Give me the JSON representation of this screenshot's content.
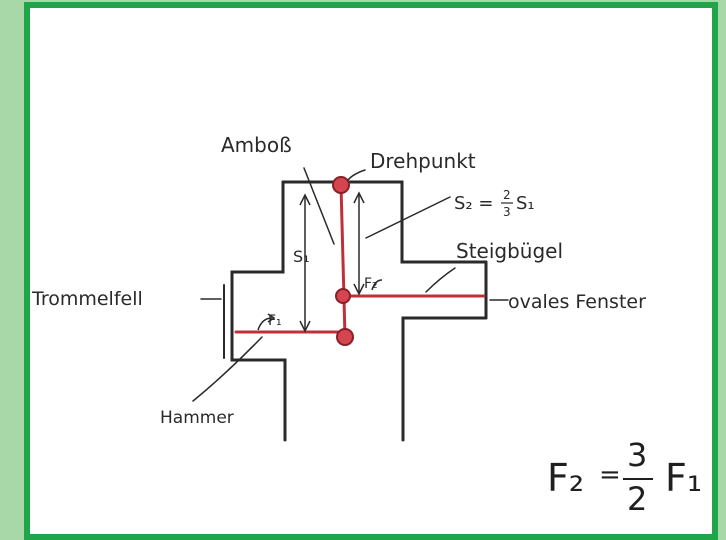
{
  "labels": {
    "amboss": "Amboß",
    "drehpunkt": "Drehpunkt",
    "s2_eq": "S₂ = ",
    "s2_num": "2",
    "s2_den": "3",
    "s2_s1": "S₁",
    "steigbuegel": "Steigbügel",
    "s1": "S₁",
    "f2": "F₂",
    "f1": "F₁",
    "trommelfell": "Trommelfell",
    "ovales_fenster": "ovales Fenster",
    "hammer": "Hammer"
  },
  "formula": {
    "lhs": "F₂",
    "eq": "=",
    "num": "3",
    "den": "2",
    "rhs": "F₁"
  },
  "colors": {
    "frame": "#a8d8a8",
    "border": "#1fa64a",
    "ink": "#2a2a2a",
    "red": "#c0303a"
  }
}
